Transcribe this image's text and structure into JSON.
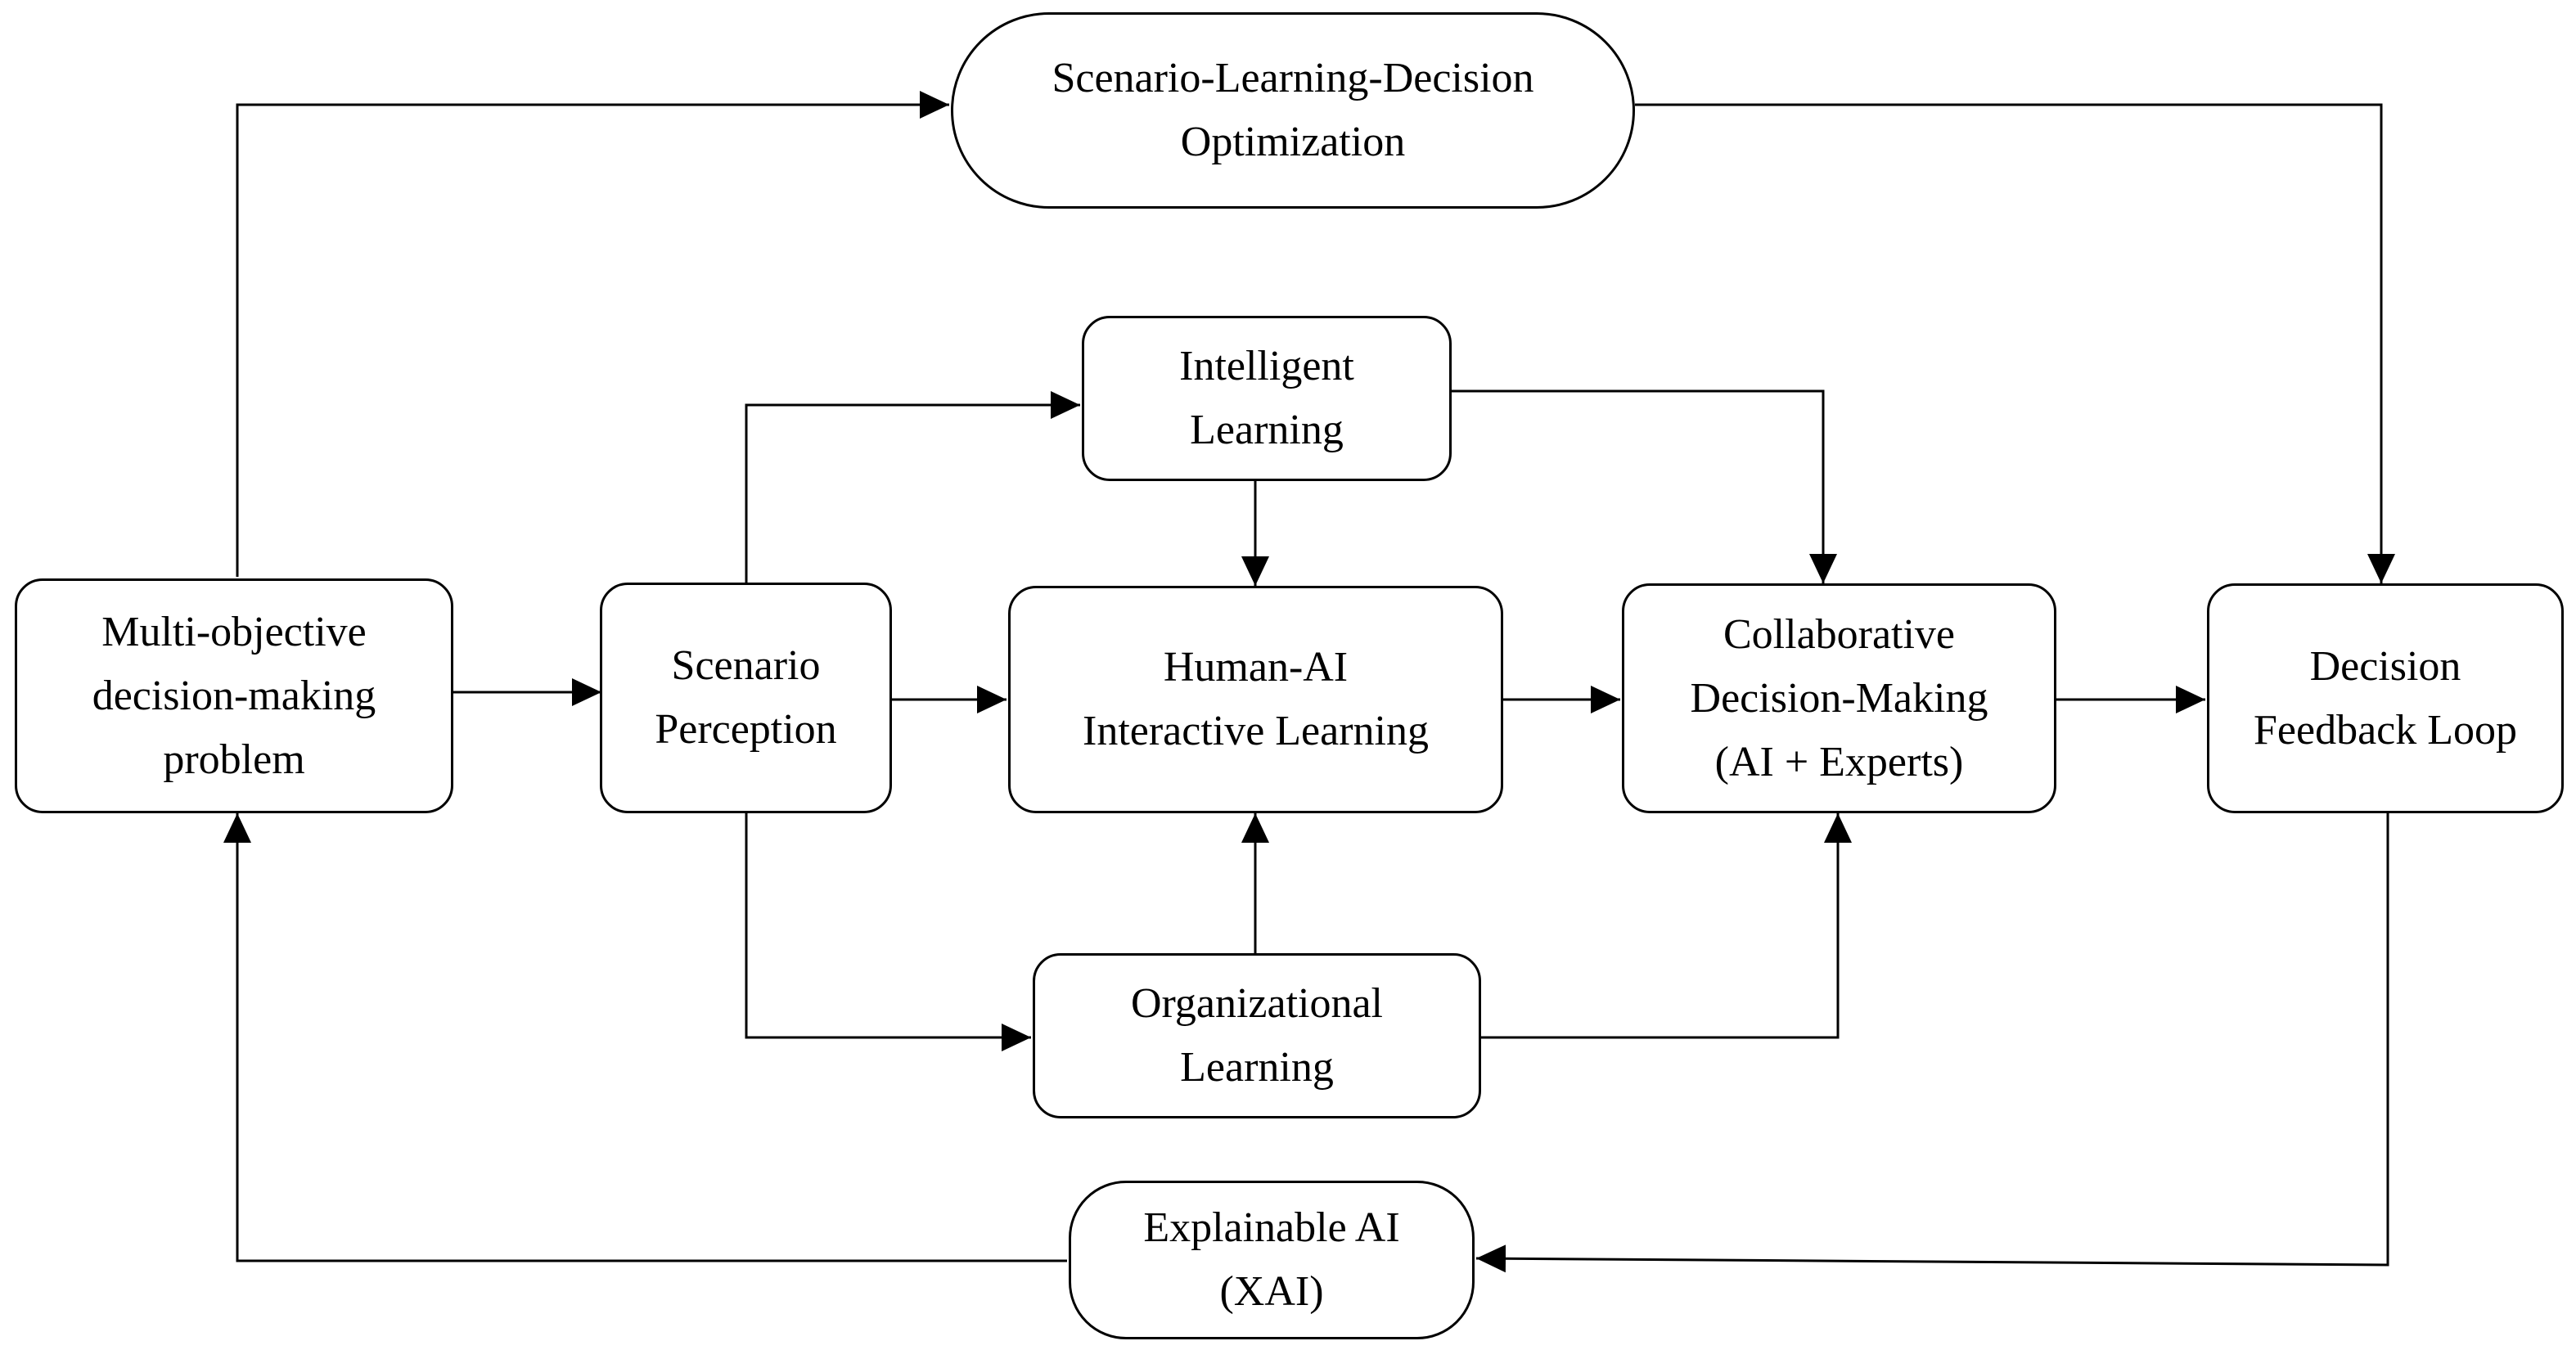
{
  "nodes": {
    "problem": {
      "lines": [
        "Multi-objective",
        "decision-making",
        "problem"
      ]
    },
    "perception": {
      "lines": [
        "Scenario",
        "Perception"
      ]
    },
    "intelligent": {
      "lines": [
        "Intelligent",
        "Learning"
      ]
    },
    "interactive": {
      "lines": [
        "Human-AI",
        "Interactive Learning"
      ]
    },
    "organizational": {
      "lines": [
        "Organizational",
        "Learning"
      ]
    },
    "collaborative": {
      "lines": [
        "Collaborative",
        "Decision-Making",
        "(AI + Experts)"
      ]
    },
    "feedback": {
      "lines": [
        "Decision",
        "Feedback Loop"
      ]
    },
    "optimization": {
      "lines": [
        "Scenario-Learning-Decision",
        "Optimization"
      ]
    },
    "xai": {
      "lines": [
        "Explainable AI",
        "(XAI)"
      ]
    }
  },
  "edges": [
    {
      "from": "problem",
      "to": "perception"
    },
    {
      "from": "perception",
      "to": "interactive"
    },
    {
      "from": "interactive",
      "to": "collaborative"
    },
    {
      "from": "collaborative",
      "to": "feedback"
    },
    {
      "from": "perception",
      "to": "intelligent"
    },
    {
      "from": "perception",
      "to": "organizational"
    },
    {
      "from": "intelligent",
      "to": "interactive"
    },
    {
      "from": "organizational",
      "to": "interactive"
    },
    {
      "from": "intelligent",
      "to": "collaborative"
    },
    {
      "from": "organizational",
      "to": "collaborative"
    },
    {
      "from": "problem",
      "to": "optimization"
    },
    {
      "from": "optimization",
      "to": "feedback"
    },
    {
      "from": "feedback",
      "to": "xai"
    },
    {
      "from": "xai",
      "to": "problem"
    }
  ],
  "colors": {
    "stroke": "#000000",
    "fill": "#ffffff",
    "text": "#000000"
  }
}
